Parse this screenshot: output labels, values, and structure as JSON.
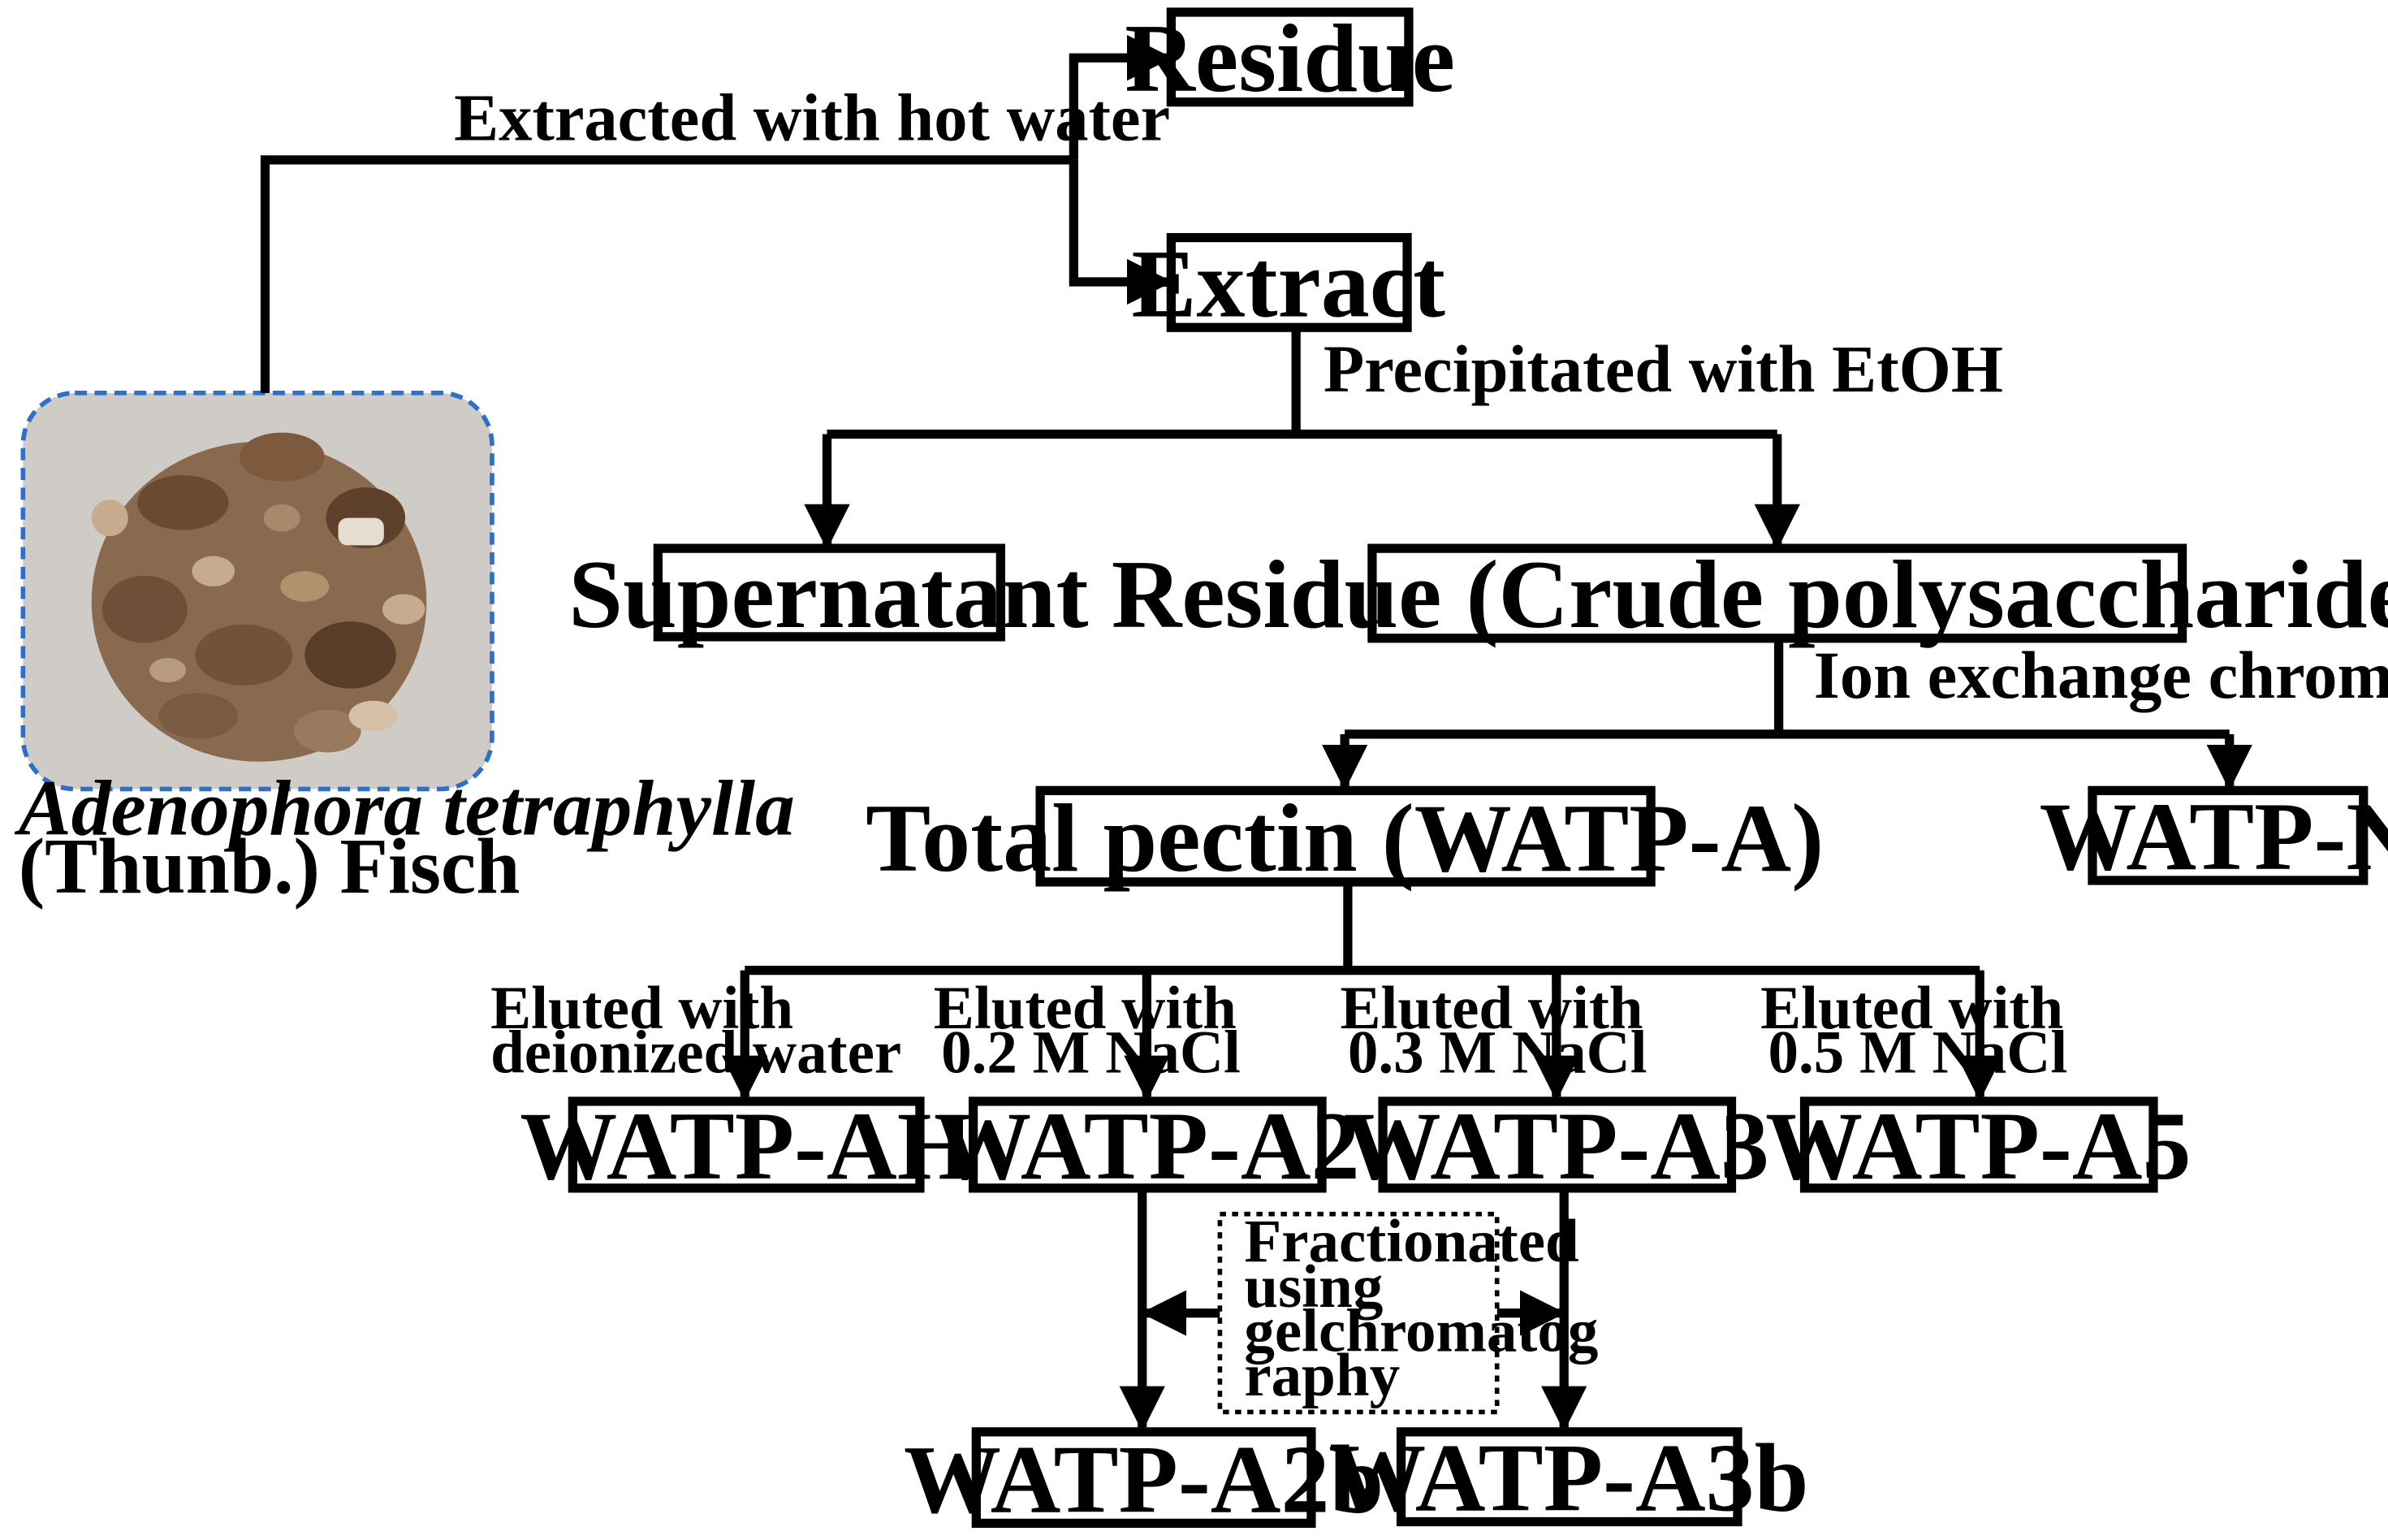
{
  "colors": {
    "line": "#000000",
    "photo_border": "#2f6fc7",
    "photo_bg": "#cfcbc6",
    "root_light": "#c7ab8e",
    "root_dark": "#6b4a32"
  },
  "source": {
    "photo_icon": "dried-root-pieces-photo",
    "species": "Adenophora tetraphylla",
    "author": "(Thunb.) Fisch"
  },
  "steps": {
    "hot_water": "Extracted with hot water",
    "etoh": "Precipitated with EtOH",
    "ion_exchange": "Ion exchange chromatography",
    "elution": [
      {
        "line1": "Eluted with",
        "line2": "deionized water"
      },
      {
        "line1": "Eluted with",
        "line2": "0.2 M NaCl"
      },
      {
        "line1": "Eluted with",
        "line2": "0.3 M NaCl"
      },
      {
        "line1": "Eluted with",
        "line2": "0.5 M NaCl"
      }
    ],
    "gel": [
      "Fractionated",
      "using",
      "gelchromatog",
      "raphy"
    ]
  },
  "nodes": {
    "residue": "Residue",
    "extract": "Extract",
    "supernatant": "Supernatant",
    "crude": "Residue (Crude polysaccharide)",
    "total_pectin": "Total pectin (WATP-A)",
    "watp_n": "WATP-N",
    "watp_ah": "WATP-AH",
    "watp_a2": "WATP-A2",
    "watp_a3": "WATP-A3",
    "watp_a5": "WATP-A5",
    "watp_a2b": "WATP-A2b",
    "watp_a3b": "WATP-A3b"
  }
}
